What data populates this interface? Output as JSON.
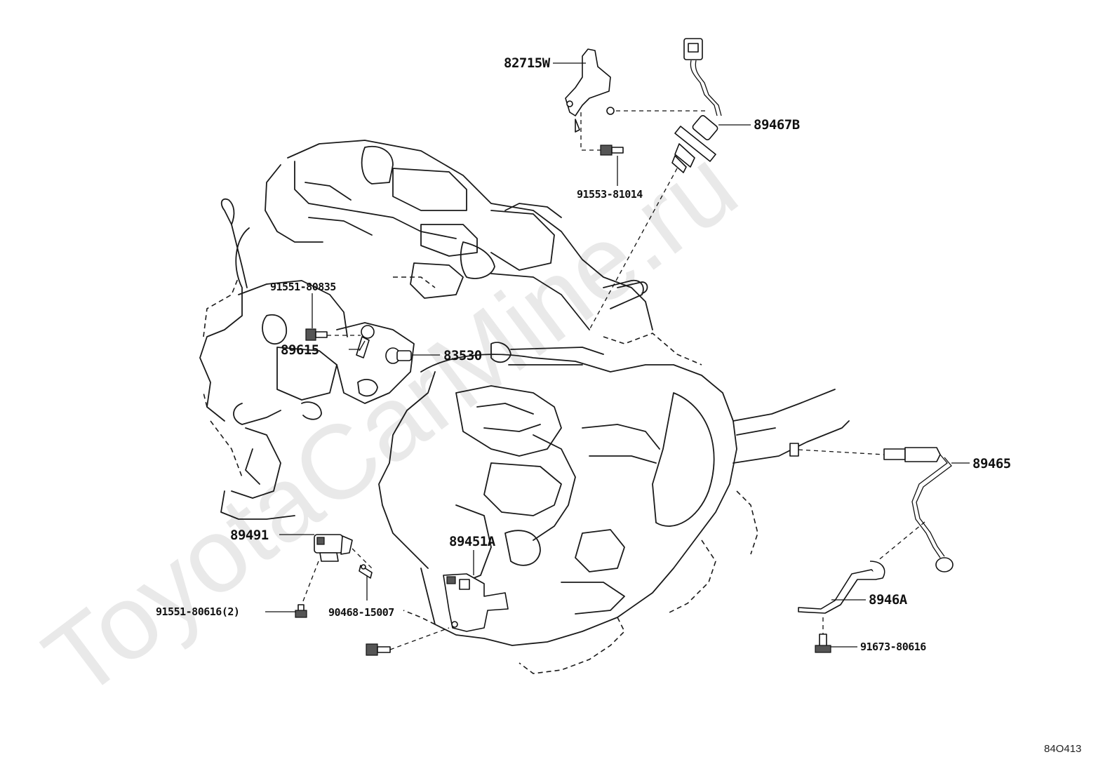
{
  "watermark": "ToyotaCarMine.ru",
  "diagram_code": "84O413",
  "labels": {
    "p82715W": "82715W",
    "p89467B": "89467B",
    "p91553_81014": "91553-81014",
    "p91551_80835": "91551-80835",
    "p89615": "89615",
    "p83530": "83530",
    "p89465": "89465",
    "p89491": "89491",
    "p89451A": "89451A",
    "p91551_80616": "91551-80616(2)",
    "p90468_15007": "90468-15007",
    "p8946A": "8946A",
    "p91673_80616": "91673-80616"
  }
}
